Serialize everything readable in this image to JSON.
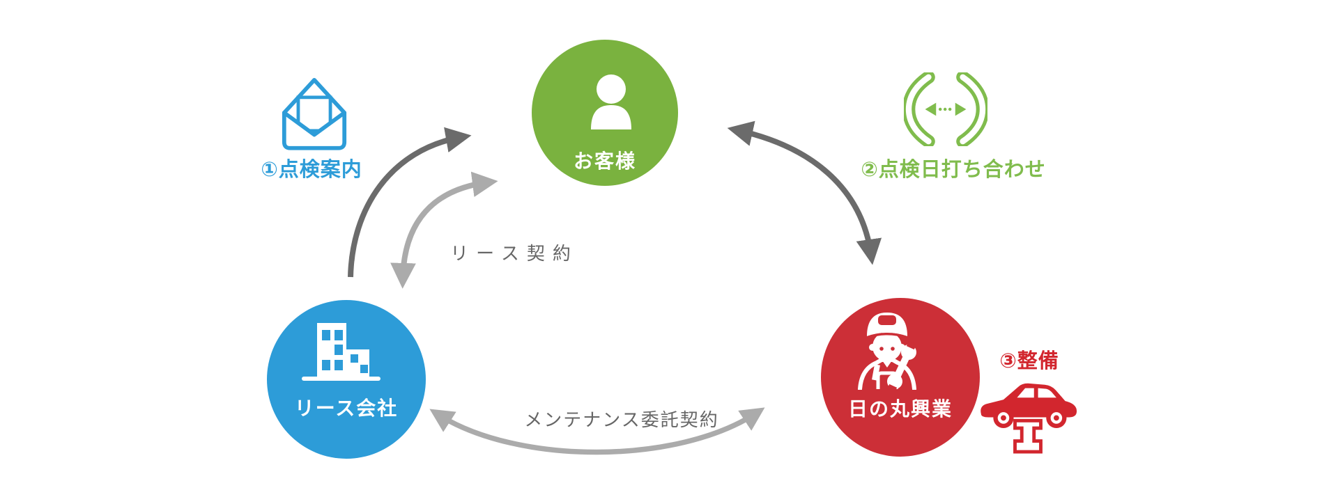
{
  "colors": {
    "blue": "#2D9CD8",
    "green": "#7AB23F",
    "green_light": "#80BC4D",
    "red": "#CC2F37",
    "red_bright": "#D2262E",
    "arrow_dark": "#6B6B6B",
    "arrow_light": "#ABABAB",
    "label_gray": "#666666"
  },
  "nodes": {
    "customer": {
      "label": "お客様"
    },
    "lease_company": {
      "label": "リース会社"
    },
    "maintenance_company": {
      "label": "日の丸興業"
    }
  },
  "steps": {
    "step1": {
      "label": "①点検案内",
      "icon": "open-mail-icon"
    },
    "step2": {
      "label": "②点検日打ち合わせ",
      "icon": "phone-call-icon"
    },
    "step3": {
      "label": "③整備",
      "icon": "car-on-lift-icon"
    }
  },
  "contracts": {
    "lease": {
      "label": "リース契約"
    },
    "maintenance": {
      "label": "メンテナンス委託契約"
    }
  },
  "node_icons": {
    "customer": "person-icon",
    "lease_company": "building-icon",
    "maintenance_company": "mechanic-icon"
  },
  "arrows": {
    "inspection_notice": {
      "from": "lease_company",
      "to": "customer",
      "style": "dark",
      "heads": "single"
    },
    "lease_contract": {
      "from": "customer",
      "to": "lease_company",
      "style": "light",
      "heads": "double"
    },
    "inspection_meeting": {
      "from": "customer",
      "to": "maintenance_company",
      "style": "dark",
      "heads": "double"
    },
    "maintenance_contract": {
      "from": "lease_company",
      "to": "maintenance_company",
      "style": "light",
      "heads": "double"
    }
  }
}
